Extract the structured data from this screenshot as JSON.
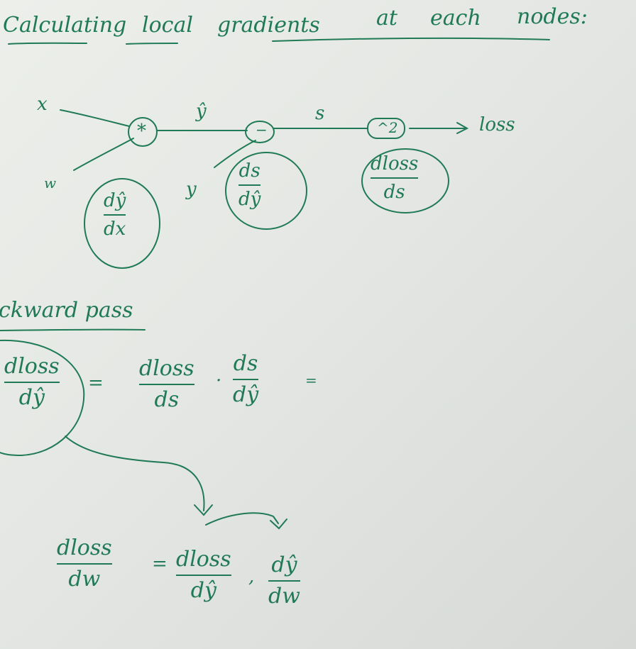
{
  "colors": {
    "ink": "#1f7a55",
    "paper": "#e6e9e5"
  },
  "title": {
    "word1": "Calculating",
    "word2": "local",
    "word3": "gradients",
    "word4": "at",
    "word5": "each",
    "word6": "nodes:"
  },
  "graph": {
    "input_x": "x",
    "input_w": "w",
    "input_y": "y",
    "node_mul": "*",
    "node_sub": "−",
    "node_sq": "^2",
    "edge_yhat": "ŷ",
    "edge_s": "s",
    "output": "loss",
    "grad_mul": {
      "num": "dŷ",
      "den": "dx"
    },
    "grad_sub": {
      "num": "ds",
      "den": "dŷ"
    },
    "grad_sq": {
      "num": "dloss",
      "den": "ds"
    }
  },
  "backward": {
    "heading": "ckward pass",
    "eq1": {
      "lhs": {
        "num": "dloss",
        "den": "dŷ"
      },
      "equals": "=",
      "r1": {
        "num": "dloss",
        "den": "ds"
      },
      "dot": "·",
      "r2": {
        "num": "ds",
        "den": "dŷ"
      },
      "scribble": "="
    },
    "eq2": {
      "lhs": {
        "num": "dloss",
        "den": "dw"
      },
      "equals": "=",
      "r1": {
        "num": "dloss",
        "den": "dŷ"
      },
      "dot": ",",
      "r2": {
        "num": "dŷ",
        "den": "dw"
      }
    }
  }
}
